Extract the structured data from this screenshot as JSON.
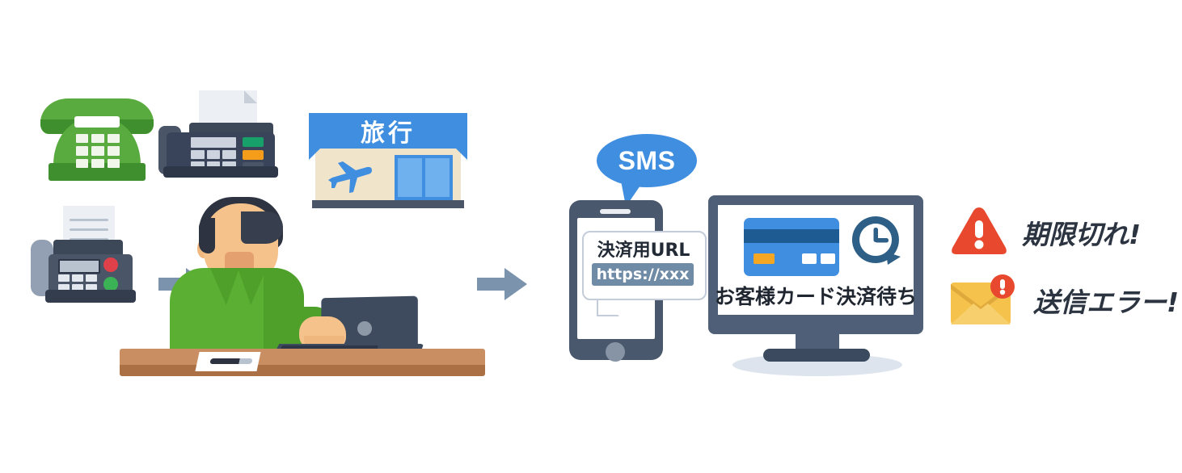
{
  "diagram": {
    "title_visible": false,
    "background_color": "#ffffff",
    "flow_direction": "left-to-right"
  },
  "left_group": {
    "label": "legacy-ordering-channels",
    "items": [
      {
        "name": "telephone",
        "icon": "telephone-icon",
        "color": "#5aab3f"
      },
      {
        "name": "fax-machine-dark",
        "icon": "fax-icon",
        "color": "#39435a"
      },
      {
        "name": "fax-machine-light",
        "icon": "fax-icon",
        "color": "#4a5668"
      },
      {
        "name": "travel-agency-storefront",
        "icon": "storefront-icon",
        "color": "#3f8ee0"
      }
    ],
    "storefront_sign_text": "旅行",
    "storefront_plane_icon": "airplane-icon"
  },
  "person": {
    "name": "travel-agent-at-desk",
    "shirt_color": "#5bb033",
    "hair_color": "#2d3340",
    "skin_color": "#f6c28b",
    "desk_color": "#c98f63",
    "laptop_color": "#3e4a5e",
    "desk_items": [
      "paper",
      "pen"
    ]
  },
  "arrows": [
    {
      "name": "arrow-fax-to-person",
      "color": "#7b93ad",
      "direction": "right"
    },
    {
      "name": "arrow-person-to-sms",
      "color": "#7b93ad",
      "direction": "right"
    }
  ],
  "sms_block": {
    "bubble_label": "SMS",
    "bubble_color": "#3f8ee0",
    "phone_body_color": "#49586c",
    "message": {
      "title": "決済用URL",
      "url": "https://xxx",
      "url_chip_color": "#6f8ba6"
    }
  },
  "monitor_block": {
    "name": "payment-waiting-monitor",
    "frame_color": "#4e5f77",
    "caption": "お客様カード決済待ち",
    "icons": [
      {
        "name": "credit-card-icon",
        "color": "#3f8ee0"
      },
      {
        "name": "clock-pending-icon",
        "color": "#2e5f86"
      }
    ]
  },
  "alerts": [
    {
      "icon": "warning-triangle-icon",
      "icon_color": "#e8492e",
      "label": "期限切れ!"
    },
    {
      "icon": "mail-error-icon",
      "icon_color": "#f5c24c",
      "badge_color": "#e8492e",
      "label": "送信エラー!"
    }
  ],
  "palette": {
    "blue_accent": "#3f8ee0",
    "green_accent": "#5bb033",
    "slate": "#4e5f77",
    "red_alert": "#e8492e",
    "amber": "#f5c24c",
    "text_dark": "#2b3440"
  }
}
